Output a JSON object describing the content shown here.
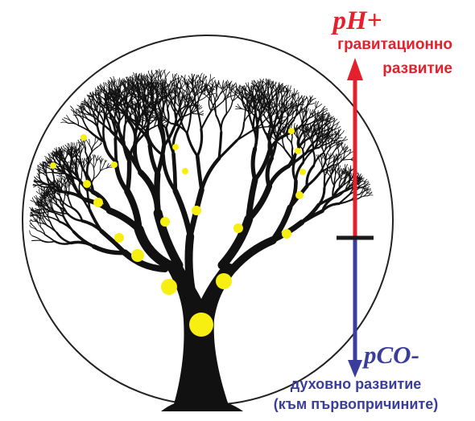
{
  "labels": {
    "top_symbol": "pH+",
    "top_text_line1": "гравитационно",
    "top_text_line2": "развитие",
    "bottom_symbol": "pCO-",
    "bottom_text_line1": "духовно развитие",
    "bottom_text_line2": "(към първопричините)"
  },
  "colors": {
    "upper_arrow": "#e5202d",
    "lower_arrow": "#3a3e9a",
    "nodes": "#f7ee12",
    "tree": "#111111",
    "circle": "#222222"
  }
}
